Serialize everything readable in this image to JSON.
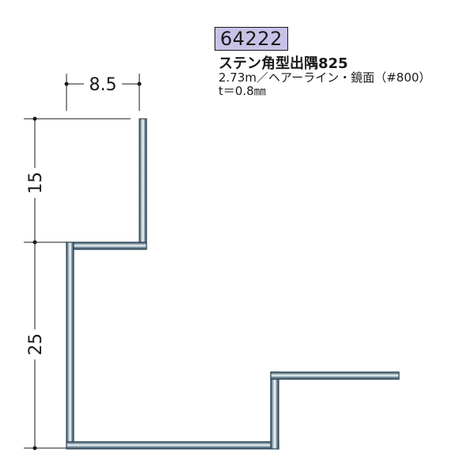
{
  "product": {
    "code": "64222",
    "name": "ステン角型出隅825",
    "spec": "2.73m／ヘアーライン・鏡面（#800）",
    "thickness": "t＝0.8㎜"
  },
  "dimensions": {
    "width": "8.5",
    "upper_height": "15",
    "lower_height": "25"
  },
  "colors": {
    "badge_bg": "#c7c3e6",
    "steel_dark": "#2f4757",
    "steel_light": "#e8f0f2"
  }
}
